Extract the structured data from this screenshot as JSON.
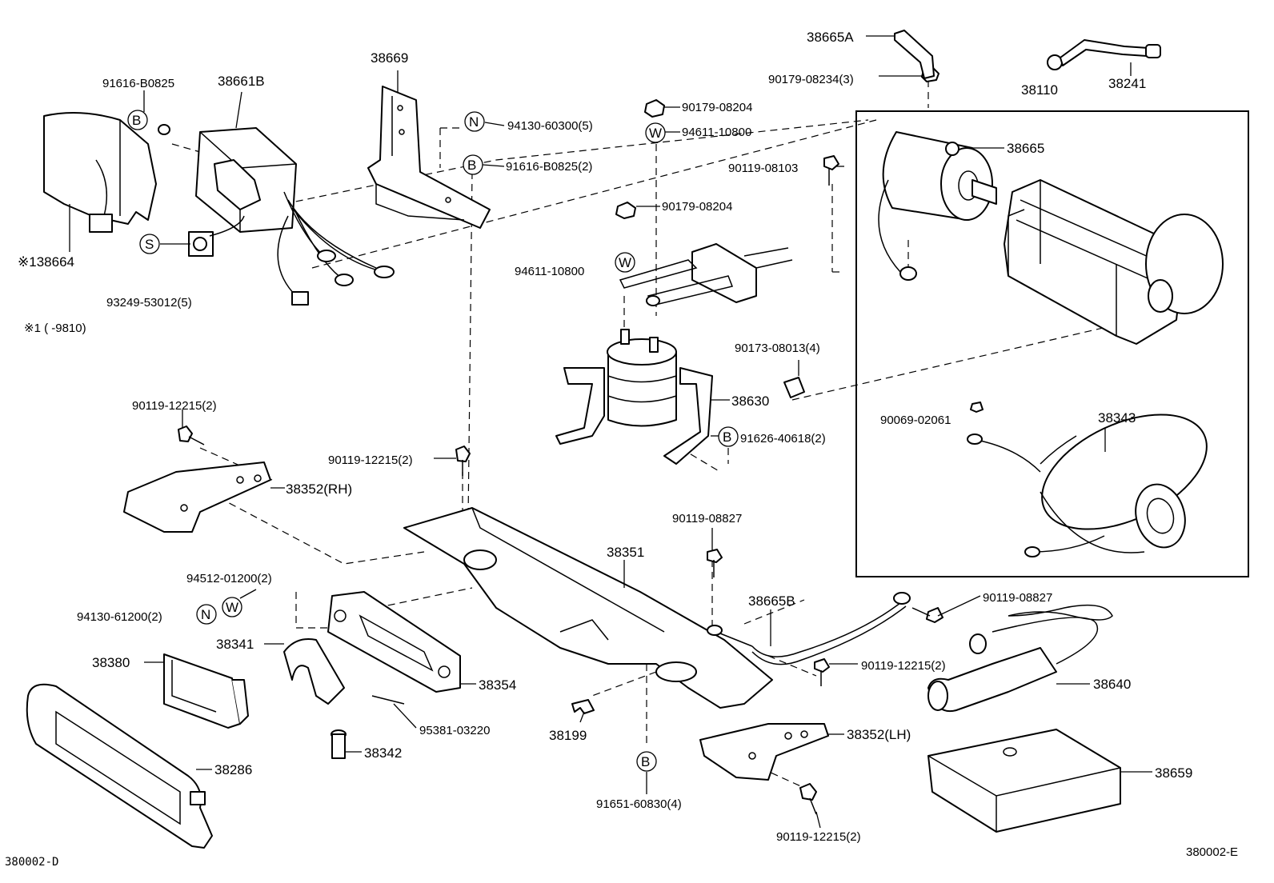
{
  "diagram": {
    "footer_left": "380002-D",
    "footer_right": "380002-E",
    "note": "※1 (      -9810)",
    "symbols": {
      "B": "B",
      "N": "N",
      "S": "S",
      "W": "W"
    },
    "labels": {
      "p38665A": "38665A",
      "p90179_08234": "90179-08234(3)",
      "p38110": "38110",
      "p38241": "38241",
      "p91616_B0825": "91616-B0825",
      "p38661B": "38661B",
      "p38669": "38669",
      "p94130_60300": "94130-60300(5)",
      "p91616_B0825_2": "91616-B0825(2)",
      "p90179_08204a": "90179-08204",
      "p94611_10800a": "94611-10800",
      "p90119_08103": "90119-08103",
      "p38665": "38665",
      "p90179_08204b": "90179-08204",
      "p94611_10800b": "94611-10800",
      "p138664": "※138664",
      "p93249_53012": "93249-53012(5)",
      "p90173_08013": "90173-08013(4)",
      "p38630": "38630",
      "p91626_40618": "91626-40618(2)",
      "p90069_02061": "90069-02061",
      "p38343": "38343",
      "p90119_12215a": "90119-12215(2)",
      "p90119_12215b": "90119-12215(2)",
      "p38352RH": "38352(RH)",
      "p90119_08827a": "90119-08827",
      "p38351": "38351",
      "p94512_01200": "94512-01200(2)",
      "p94130_61200": "94130-61200(2)",
      "p38665B": "38665B",
      "p90119_08827b": "90119-08827",
      "p90119_12215c": "90119-12215(2)",
      "p38341": "38341",
      "p38380": "38380",
      "p38354": "38354",
      "p38640": "38640",
      "p95381_03220": "95381-03220",
      "p38199": "38199",
      "p38352LH": "38352(LH)",
      "p38342": "38342",
      "p38286": "38286",
      "p38659": "38659",
      "p91651_60830": "91651-60830(4)",
      "p90119_12215d": "90119-12215(2)"
    }
  }
}
